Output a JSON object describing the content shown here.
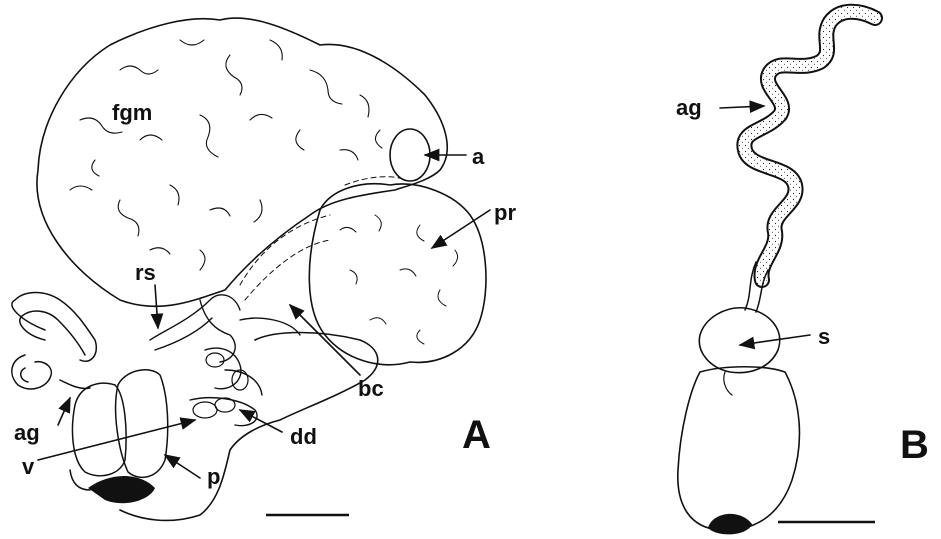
{
  "panels": [
    {
      "id": "A",
      "label": "A"
    },
    {
      "id": "B",
      "label": "B"
    }
  ],
  "labels": {
    "fgm": "fgm",
    "a": "a",
    "pr": "pr",
    "rs": "rs",
    "bc": "bc",
    "dd": "dd",
    "ag_A": "ag",
    "v": "v",
    "p": "p",
    "ag_B": "ag",
    "s": "s"
  },
  "colors": {
    "ink": "#111111",
    "background": "#ffffff"
  },
  "scale_bars": [
    "scale-bar-A",
    "scale-bar-B"
  ]
}
